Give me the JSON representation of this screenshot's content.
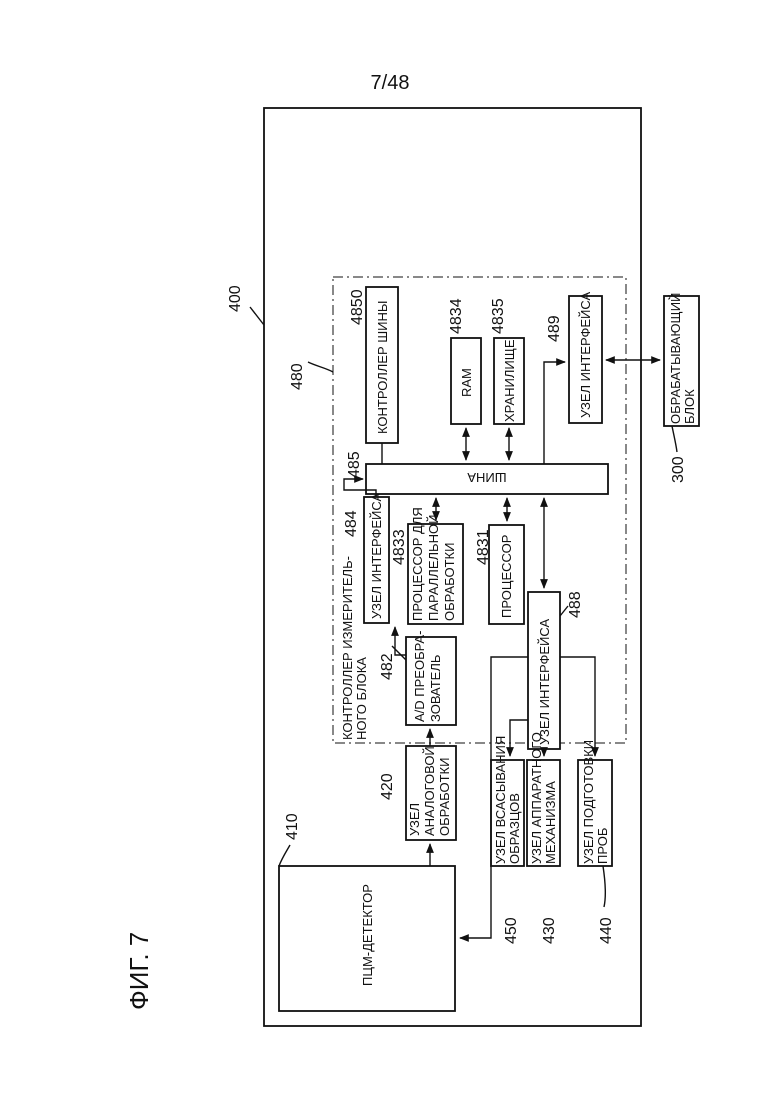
{
  "page_number": "7/48",
  "figure_label": "ФИГ. 7",
  "refs": {
    "r400": "400",
    "r480": "480",
    "r410": "410",
    "r420": "420",
    "r482": "482",
    "r484": "484",
    "r485": "485",
    "r4850": "4850",
    "r4833": "4833",
    "r4831": "4831",
    "r4834": "4834",
    "r4835": "4835",
    "r488": "488",
    "r489": "489",
    "r300": "300",
    "r450": "450",
    "r430": "430",
    "r440": "440"
  },
  "blocks": {
    "pcm_detector": "ПЦМ-ДЕТЕКТОР",
    "analog_l1": "УЗЕЛ",
    "analog_l2": "АНАЛОГОВОЙ",
    "analog_l3": "ОБРАБОТКИ",
    "ad_l1": "A/D ПРЕОБРА-",
    "ad_l2": "ЗОВАТЕЛЬ",
    "iface484": "УЗЕЛ ИНТЕРФЕЙСА",
    "par_l1": "ПРОЦЕССОР ДЛЯ",
    "par_l2": "ПАРАЛЛЕЛЬНОЙ",
    "par_l3": "ОБРАБОТКИ",
    "cpu": "ПРОЦЕССОР",
    "iface488": "УЗЕЛ ИНТЕРФЕЙСА",
    "bus": "ШИНА",
    "bus_ctrl": "КОНТРОЛЛЕР ШИНЫ",
    "ram": "RAM",
    "storage": "ХРАНИЛИЩЕ",
    "iface489": "УЗЕЛ ИНТЕРФЕЙСА",
    "proc_l1": "ОБРАБАТЫВАЮЩИЙ",
    "proc_l2": "БЛОК",
    "meas_l1": "КОНТРОЛЛЕР ИЗМЕРИТЕЛЬ-",
    "meas_l2": "НОГО БЛОКА",
    "suction_l1": "УЗЕЛ ВСАСЫВАНИЯ",
    "suction_l2": "ОБРАЗЦОВ",
    "mech_l1": "УЗЕЛ АППАРАТНОГО",
    "mech_l2": "МЕХАНИЗМА",
    "prep_l1": "УЗЕЛ ПОДГОТОВКИ",
    "prep_l2": "ПРОБ"
  }
}
